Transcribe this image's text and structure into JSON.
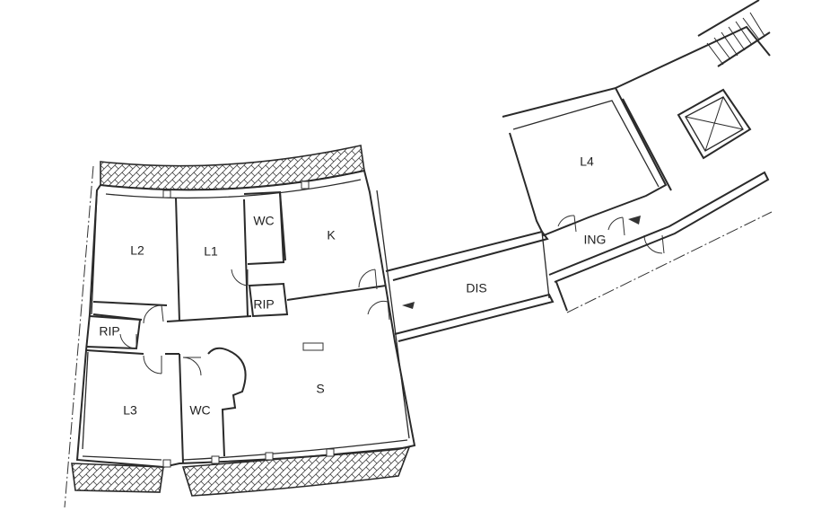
{
  "rooms": {
    "l2": "L2",
    "l1": "L1",
    "wc_top": "WC",
    "k": "K",
    "rip_mid": "RIP",
    "rip_left": "RIP",
    "l3": "L3",
    "wc_bottom": "WC",
    "s": "S",
    "dis": "DIS",
    "l4": "L4",
    "ing": "ING"
  }
}
